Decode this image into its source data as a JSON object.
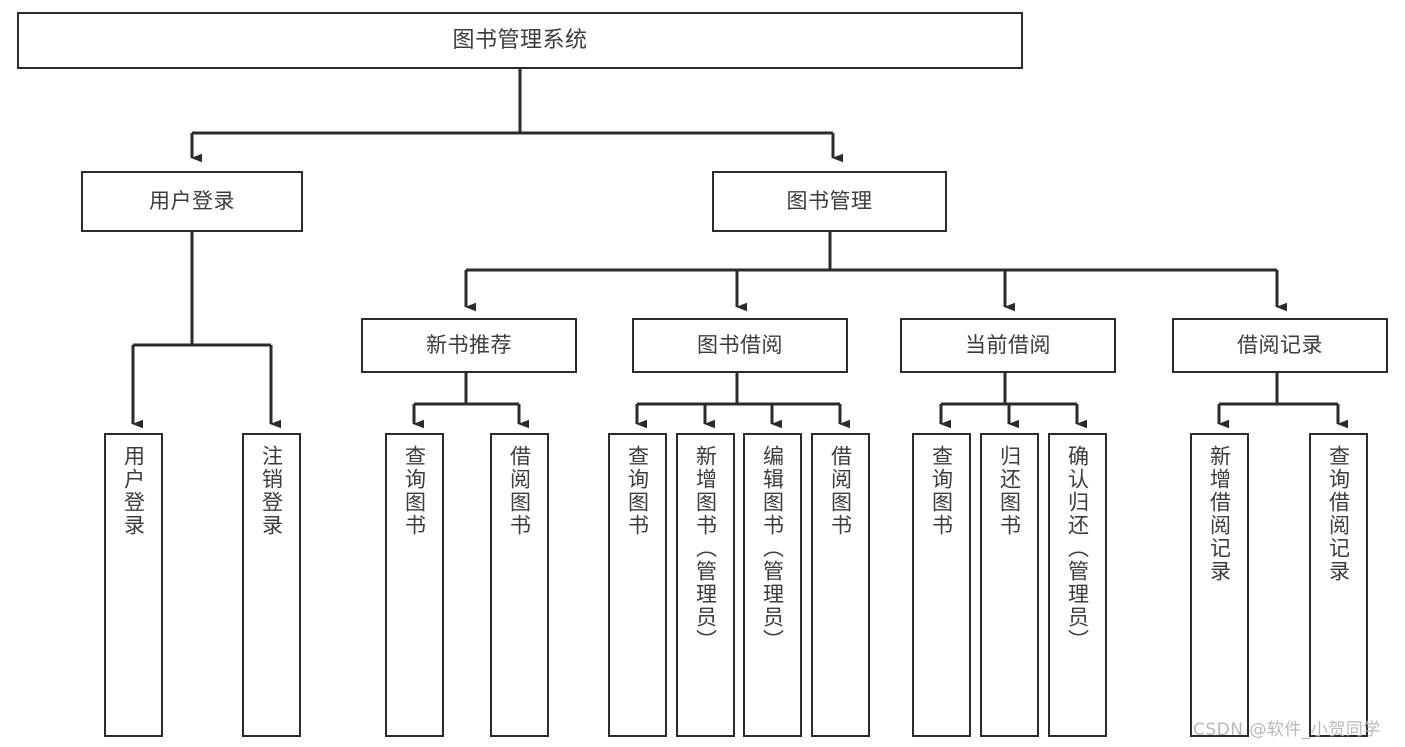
{
  "diagram": {
    "title": "图书管理系统",
    "type": "functional-structure-tree",
    "background_color": "#ffffff",
    "line_color": "#2b2b2b",
    "text_color": "#3c3c3c",
    "nodes": {
      "root": {
        "label": "图书管理系统"
      },
      "level2": [
        {
          "id": "user-login",
          "label": "用户登录"
        },
        {
          "id": "book-manage",
          "label": "图书管理"
        }
      ],
      "level3": [
        {
          "id": "new-book-recommend",
          "label": "新书推荐"
        },
        {
          "id": "book-borrow",
          "label": "图书借阅"
        },
        {
          "id": "current-borrow",
          "label": "当前借阅"
        },
        {
          "id": "borrow-record",
          "label": "借阅记录"
        }
      ],
      "leaves": {
        "user_login": [
          {
            "id": "leaf-user-login",
            "label": "用户登录"
          },
          {
            "id": "leaf-logout",
            "label": "注销登录"
          }
        ],
        "new_book_recommend": [
          {
            "id": "leaf-query-book-1",
            "label": "查询图书"
          },
          {
            "id": "leaf-borrow-book-1",
            "label": "借阅图书"
          }
        ],
        "book_borrow": [
          {
            "id": "leaf-query-book-2",
            "label": "查询图书"
          },
          {
            "id": "leaf-add-book",
            "label": "新增图书（管理员）"
          },
          {
            "id": "leaf-edit-book",
            "label": "编辑图书（管理员）"
          },
          {
            "id": "leaf-borrow-book-2",
            "label": "借阅图书"
          }
        ],
        "current_borrow": [
          {
            "id": "leaf-query-book-3",
            "label": "查询图书"
          },
          {
            "id": "leaf-return-book",
            "label": "归还图书"
          },
          {
            "id": "leaf-confirm-return",
            "label": "确认归还（管理员）"
          }
        ],
        "borrow_record": [
          {
            "id": "leaf-add-record",
            "label": "新增借阅记录"
          },
          {
            "id": "leaf-query-record",
            "label": "查询借阅记录"
          }
        ]
      }
    },
    "watermark": "CSDN @软件_小贺同学"
  }
}
